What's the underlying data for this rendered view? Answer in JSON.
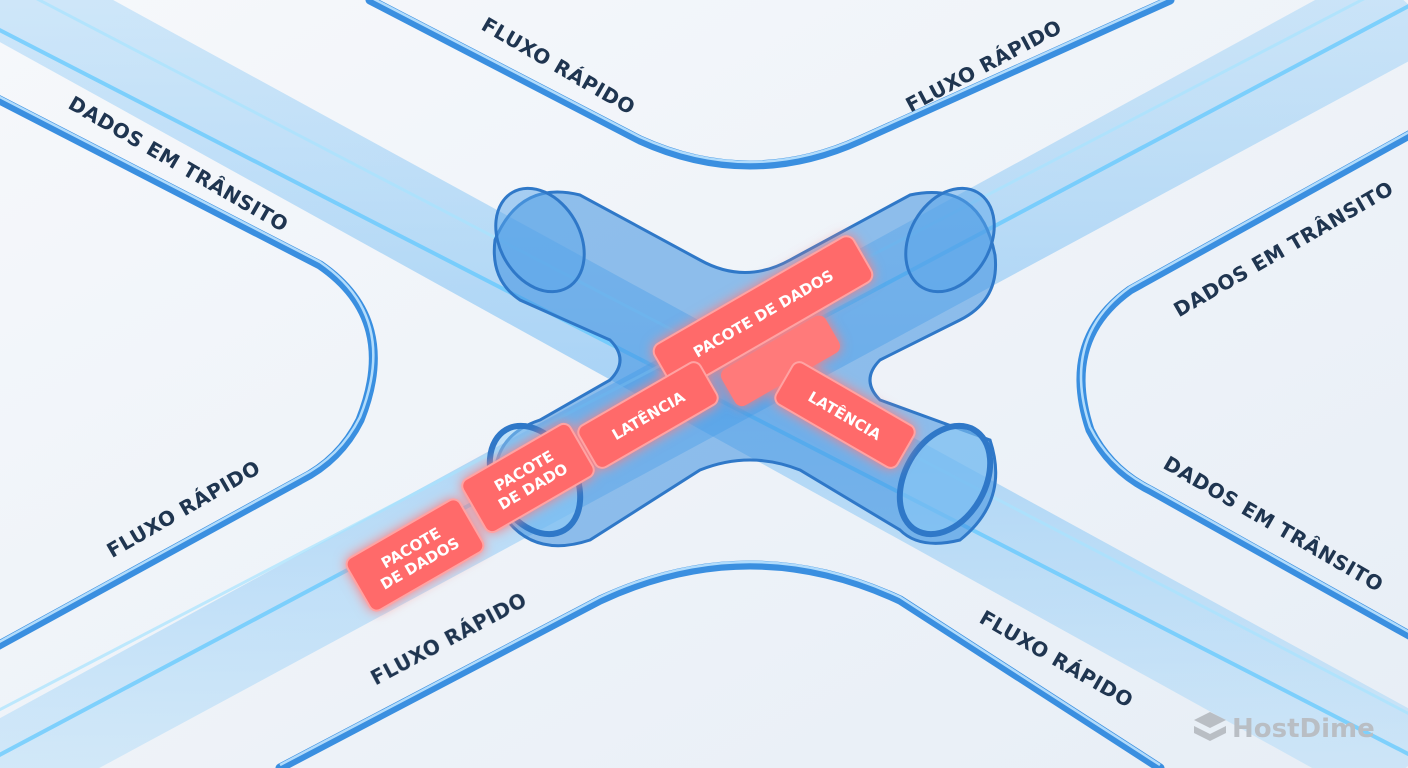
{
  "labels": {
    "top_left_flow": "FLUXO RÁPIDO",
    "top_right_flow": "FLUXO RÁPIDO",
    "left_transit": "DADOS EM TRÂNSITO",
    "right_transit_top": "DADOS EM TRÂNSITO",
    "left_flow": "FLUXO RÁPIDO",
    "right_transit_bottom": "DADOS EM TRÂNSITO",
    "bottom_left_flow": "FLUXO RÁPIDO",
    "bottom_right_flow": "FLUXO RÁPIDO"
  },
  "packets": {
    "main": "PACOTE DE DADOS",
    "latency_left": "LATÊNCIA",
    "latency_right": "LATÊNCIA",
    "mid_line1": "PACOTE",
    "mid_line2": "DE DADO",
    "outer_line1": "PACOTE",
    "outer_line2": "DE DADOS"
  },
  "logo": {
    "text": "HostDime"
  },
  "colors": {
    "tube": "#3d8fe0",
    "packet": "#ff6b6b",
    "label": "#1f3550",
    "background": "#eef3f8"
  }
}
